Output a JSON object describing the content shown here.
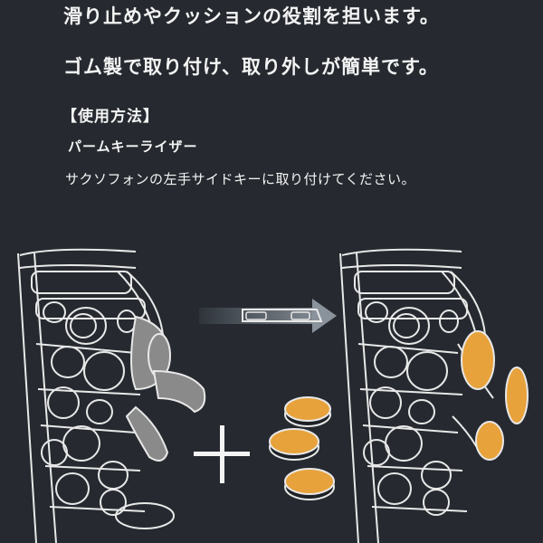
{
  "description": {
    "line1": "滑り止めやクッションの役割を担います。",
    "line2": "ゴム製で取り付け、取り外しが簡単です。"
  },
  "usage": {
    "heading": "【使用方法】",
    "product_name": "パームキーライザー",
    "instruction": "サクソフォンの左手サイドキーに取り付けてください。"
  },
  "colors": {
    "background": "#262a30",
    "riser": "#e7a23b",
    "sax_outline": "#e8e8e8",
    "key_highlight": "#8a8a8a"
  },
  "icons": {
    "arrow": "right-arrow-icon",
    "plus": "plus-icon"
  }
}
